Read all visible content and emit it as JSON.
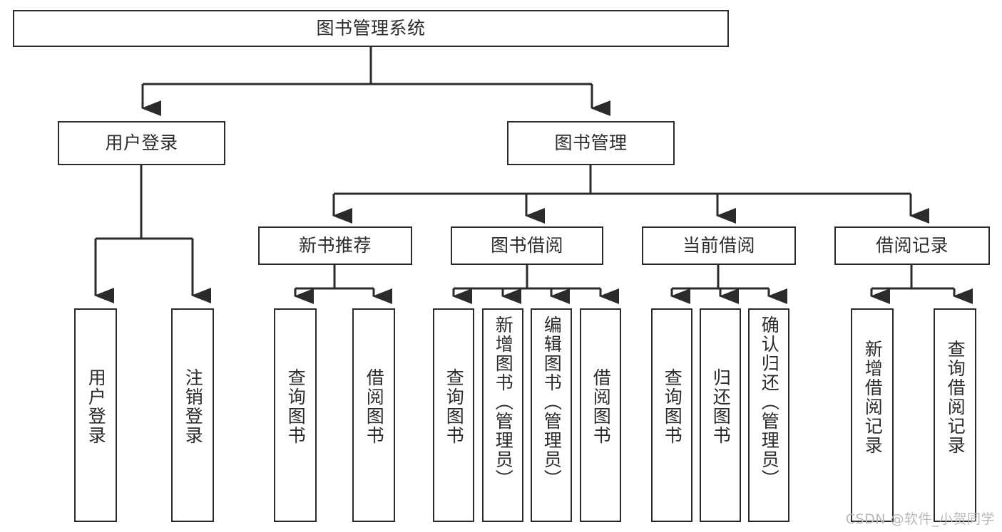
{
  "diagram": {
    "title": "图书管理系统",
    "watermark": "CSDN @软件_小贺同学",
    "line_color": "#2b2b2b",
    "box_fill": "#ffffff",
    "text_color": "#2b2b2b",
    "watermark_color": "#b9b9b9"
  },
  "nodes": {
    "root": {
      "label": "图书管理系统"
    },
    "level1": [
      {
        "label": "用户登录"
      },
      {
        "label": "图书管理"
      }
    ],
    "level2": [
      {
        "label": "新书推荐"
      },
      {
        "label": "图书借阅"
      },
      {
        "label": "当前借阅"
      },
      {
        "label": "借阅记录"
      }
    ],
    "leaves": {
      "user_login": [
        {
          "label": "用户登录"
        },
        {
          "label": "注销登录"
        }
      ],
      "new_book": [
        {
          "label": "查询图书"
        },
        {
          "label": "借阅图书"
        }
      ],
      "book_borrow": [
        {
          "label": "查询图书"
        },
        {
          "label": "新增图书（管理员）"
        },
        {
          "label": "编辑图书（管理员）"
        },
        {
          "label": "借阅图书"
        }
      ],
      "current_borrow": [
        {
          "label": "查询图书"
        },
        {
          "label": "归还图书"
        },
        {
          "label": "确认归还（管理员）"
        }
      ],
      "borrow_record": [
        {
          "label": "新增借阅记录"
        },
        {
          "label": "查询借阅记录"
        }
      ]
    }
  }
}
